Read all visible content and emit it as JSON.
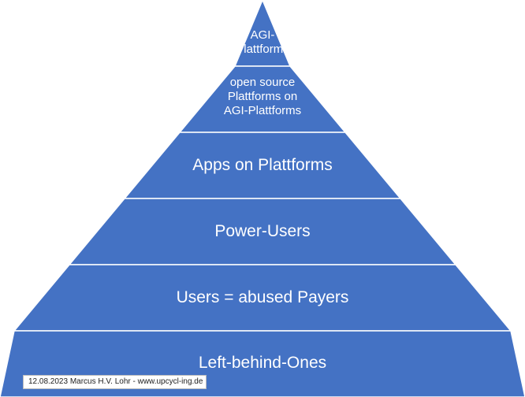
{
  "pyramid": {
    "fill_color": "#4472c4",
    "divider_color": "#ffffff",
    "tiers": [
      {
        "label": "AGI-\nPlattforms"
      },
      {
        "label": "open source\nPlattforms on\nAGI-Plattforms"
      },
      {
        "label": "Apps on Plattforms"
      },
      {
        "label": "Power-Users"
      },
      {
        "label": "Users = abused Payers"
      },
      {
        "label": "Left-behind-Ones"
      }
    ]
  },
  "credit": {
    "text": "12.08.2023 Marcus H.V. Lohr -  www.upcycl-ing.de"
  }
}
